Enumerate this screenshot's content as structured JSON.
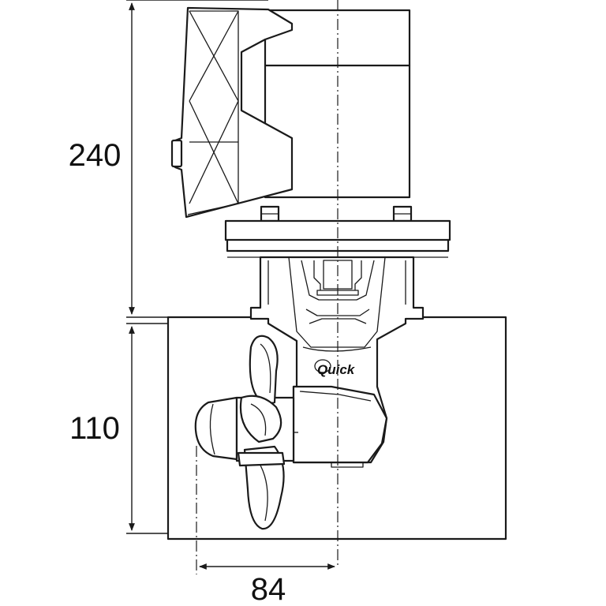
{
  "dimensions": {
    "height_motor": "240",
    "height_tunnel": "110",
    "width_offset": "84"
  },
  "logo": {
    "text": "Quick"
  }
}
